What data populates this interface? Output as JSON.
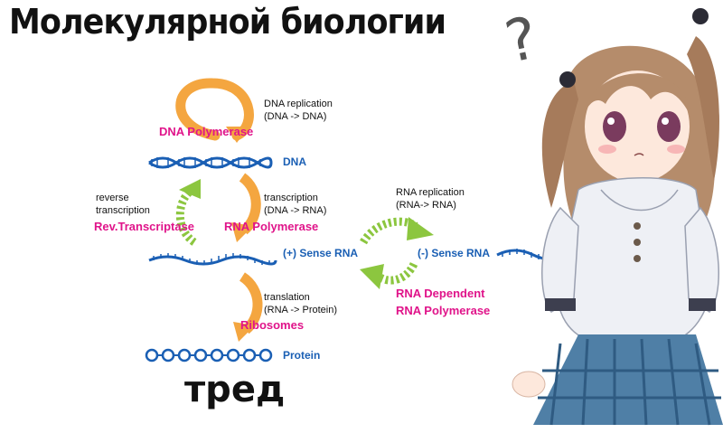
{
  "title": "Молекулярной биологии",
  "subtitle": "тред",
  "question_mark": "?",
  "labels": {
    "dna_replication": "DNA replication",
    "dna_replication_formula": "(DNA -> DNA)",
    "dna_polymerase": "DNA Polymerase",
    "dna": "DNA",
    "reverse": "reverse",
    "transcription_left": "transcription",
    "rev_transcriptase": "Rev.Transcriptase",
    "transcription": "transcription",
    "transcription_formula": "(DNA -> RNA)",
    "rna_polymerase": "RNA Polymerase",
    "plus_sense_rna": "(+) Sense RNA",
    "rna_replication": "RNA replication",
    "rna_replication_formula": "(RNA-> RNA)",
    "minus_sense_rna": "(-) Sense RNA",
    "rna_dependent": "RNA Dependent",
    "rna_dependent_polymerase": "RNA Polymerase",
    "translation": "translation",
    "translation_formula": "(RNA -> Protein)",
    "ribosomes": "Ribosomes",
    "protein": "Protein"
  },
  "colors": {
    "orange_arrow": "#f4a640",
    "green_arrow": "#8cc63f",
    "magenta_label": "#e0148a",
    "blue_strand": "#1a5fb4"
  }
}
